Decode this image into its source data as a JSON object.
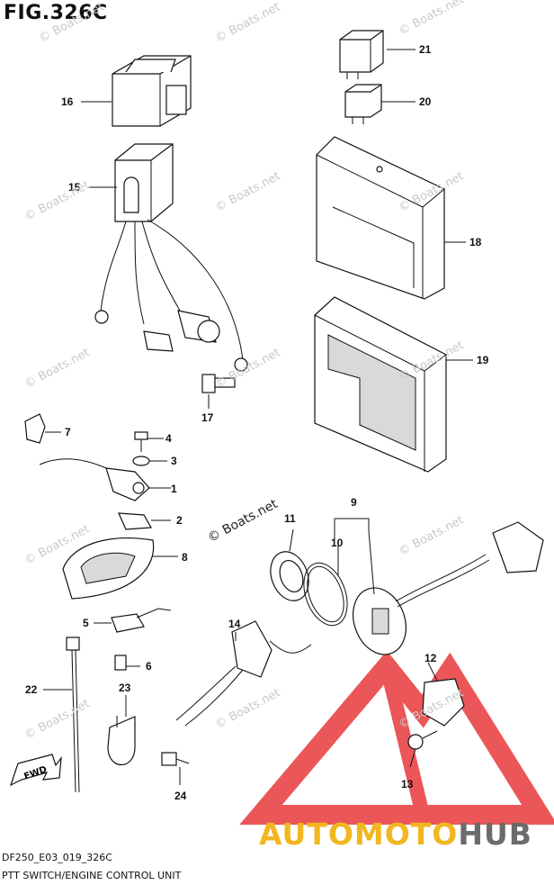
{
  "figure": {
    "title": "FIG.326C",
    "code": "DF250_E03_019_326C",
    "caption": "PTT SWITCH/ENGINE CONTROL UNIT"
  },
  "watermark": "© Boats.net",
  "center_watermark": "© Boats.net",
  "brand": {
    "part1": "AUTOMOTO",
    "part2": "HUB",
    "color1": "#f2b61f",
    "color2": "#6b6b6b",
    "logo_color": "#e8393b"
  },
  "callouts": [
    "1",
    "2",
    "3",
    "4",
    "5",
    "6",
    "7",
    "8",
    "9",
    "10",
    "11",
    "12",
    "13",
    "14",
    "15",
    "16",
    "17",
    "18",
    "19",
    "20",
    "21",
    "22",
    "23",
    "24"
  ],
  "icons": {
    "fwd": "fwd-arrow-icon"
  },
  "fwd_label": "FWD"
}
